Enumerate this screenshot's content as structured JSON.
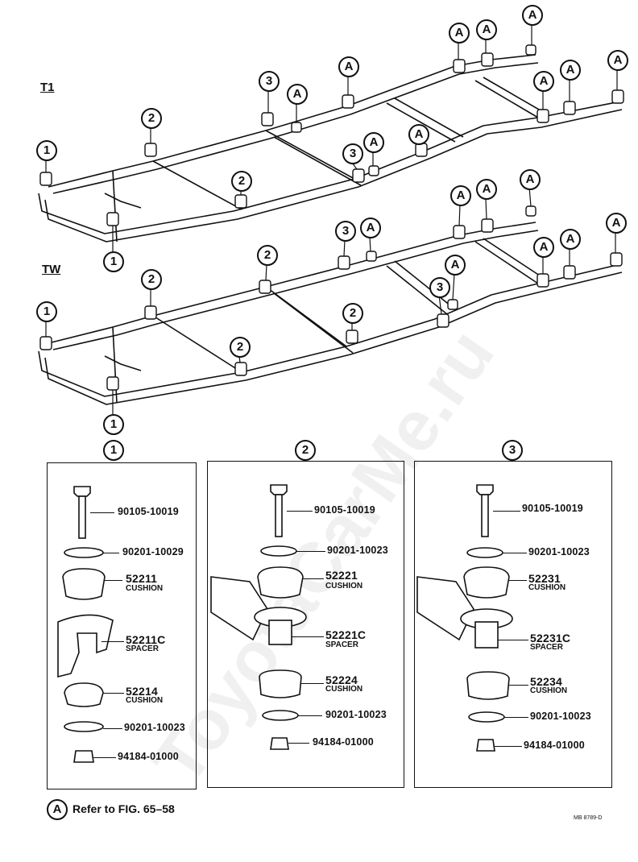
{
  "frames": [
    {
      "label": "T1"
    },
    {
      "label": "TW"
    }
  ],
  "callouts": {
    "one": "1",
    "two": "2",
    "three": "3",
    "a": "A"
  },
  "panels": [
    {
      "header": "1",
      "parts": [
        {
          "number": "90105-10019",
          "desc": ""
        },
        {
          "number": "90201-10029",
          "desc": ""
        },
        {
          "number": "52211",
          "desc": "CUSHION"
        },
        {
          "number": "52211C",
          "desc": "SPACER"
        },
        {
          "number": "52214",
          "desc": "CUSHION"
        },
        {
          "number": "90201-10023",
          "desc": ""
        },
        {
          "number": "94184-01000",
          "desc": ""
        }
      ]
    },
    {
      "header": "2",
      "parts": [
        {
          "number": "90105-10019",
          "desc": ""
        },
        {
          "number": "90201-10023",
          "desc": ""
        },
        {
          "number": "52221",
          "desc": "CUSHION"
        },
        {
          "number": "52221C",
          "desc": "SPACER"
        },
        {
          "number": "52224",
          "desc": "CUSHION"
        },
        {
          "number": "90201-10023",
          "desc": ""
        },
        {
          "number": "94184-01000",
          "desc": ""
        }
      ]
    },
    {
      "header": "3",
      "parts": [
        {
          "number": "90105-10019",
          "desc": ""
        },
        {
          "number": "90201-10023",
          "desc": ""
        },
        {
          "number": "52231",
          "desc": "CUSHION"
        },
        {
          "number": "52231C",
          "desc": "SPACER"
        },
        {
          "number": "52234",
          "desc": "CUSHION"
        },
        {
          "number": "90201-10023",
          "desc": ""
        },
        {
          "number": "94184-01000",
          "desc": ""
        }
      ]
    }
  ],
  "footer": {
    "callout": "A",
    "note": "Refer to FIG. 65–58",
    "code": "MB 8789-D"
  },
  "watermark": "ToyotaCarMe.ru"
}
